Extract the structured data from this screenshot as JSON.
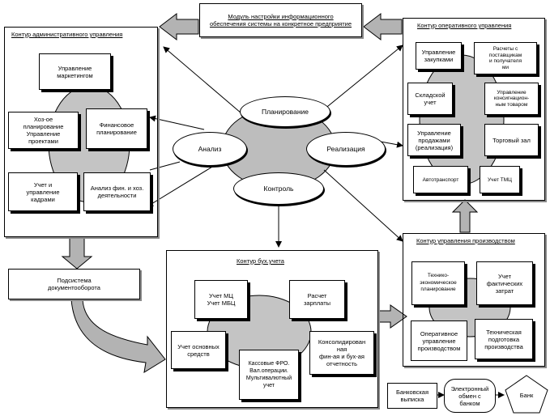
{
  "header_module": "Модуль настройки информационного\nобеспечения системы на конкретное предприятие",
  "center": {
    "planning": "Планирование",
    "analysis": "Анализ",
    "realization": "Реализация",
    "control": "Контроль"
  },
  "admin": {
    "title": "Контур административного управления",
    "marketing": "Управление\nмаркетингом",
    "planning_projects": "Хоз-ое\nпланирование\nУправление\nпроектами",
    "financial_planning": "Финансовое\nпланирование",
    "personnel": "Учет и\nуправление\nкадрами",
    "fin_analysis": "Анализ фин. и хоз.\nдеятельности"
  },
  "operational": {
    "title": "Контур оперативного управления",
    "purchases": "Управление\nзакупками",
    "settlements": "Расчеты с\nпоставщикам\nи получателя\nми",
    "warehouse": "Складской\nучет",
    "consignment": "Управление\nконсигнацион-\nным товаром",
    "sales": "Управление\nпродажами\n(реализация)",
    "trade": "Торговый зал",
    "transport": "Автотранспорт",
    "tmc": "Учет ТМЦ"
  },
  "docflow": "Подсистема\nдокументооборота",
  "accounting": {
    "title": "Контур бух.учета",
    "mc": "Учет МЦ\nУчет МБЦ",
    "payroll": "Расчет\nзарплаты",
    "fixed_assets": "Учет основных\nсредств",
    "cash": "Кассовые ФРО.\nВал.операции.\nМультивалютный\nучет",
    "consolidated": "Консолидирован\nная\nфин-ая и бух-ая\nотчетность"
  },
  "production": {
    "title": "Контур управления производством",
    "tech_econ": "Технико-\nэкономическое\nпланирование",
    "actual_costs": "Учет\nфактических\nзатрат",
    "operational": "Оперативное\nуправление\nпроизводством",
    "tech_prep": "Техническая\nподготовка\nпроизводства"
  },
  "bank": {
    "statement": "Банковская\nвыписка",
    "exchange": "Электронный\nобмен с\nбанком",
    "bank": "Банк"
  }
}
